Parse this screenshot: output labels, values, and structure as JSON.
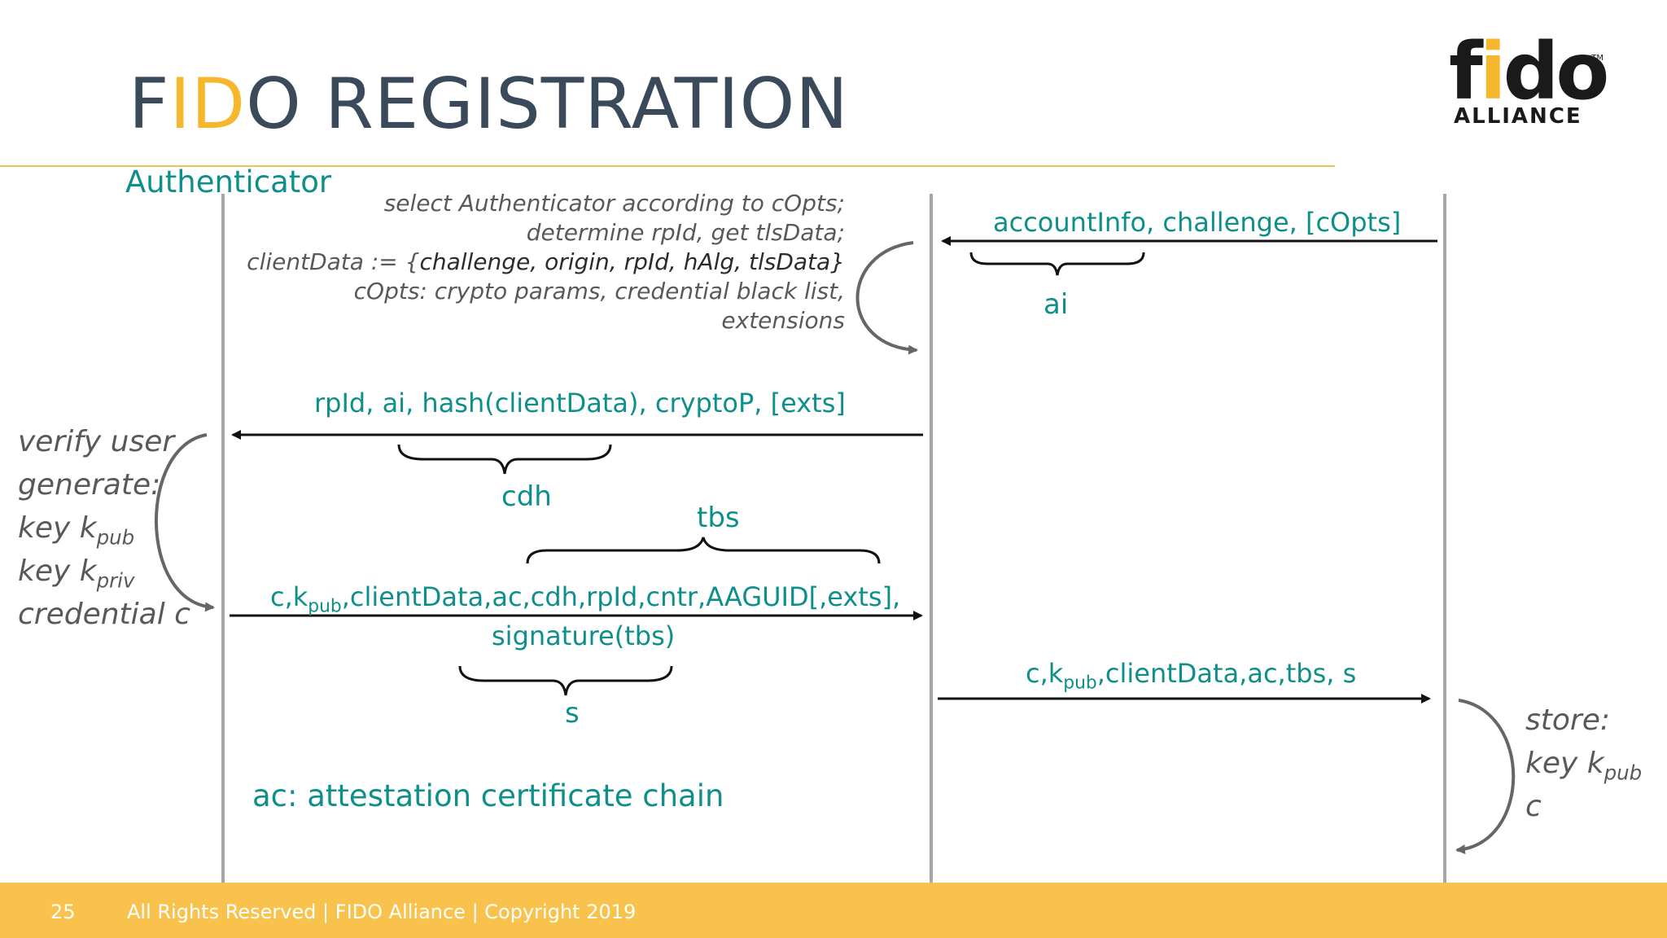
{
  "slide": {
    "title_prefix": "F",
    "title_highlight": "ID",
    "title_suffix": "O REGISTRATION",
    "lane_label": "Authenticator"
  },
  "logo": {
    "f": "f",
    "i": "i",
    "do": "do",
    "alliance": "ALLIANCE",
    "tm": "TM"
  },
  "note": {
    "l1": "select Authenticator according to cOpts;",
    "l2": "determine rpId, get tlsData;",
    "l3_a": "clientData := {",
    "l3_b": "challenge, origin, rpId, hAlg, tlsData}",
    "l4": "cOpts: crypto params, credential black list,",
    "l5": "extensions"
  },
  "messages": {
    "m1": "accountInfo, challenge, [cOpts]",
    "m1_brace": "ai",
    "m2": "rpId, ai, hash(clientData), cryptoP, [exts]",
    "m2_brace": "cdh",
    "m3_brace": "tbs",
    "m3_a": "c,k",
    "m3_sub": "pub",
    "m3_b": ",clientData,ac,cdh,rpId,cntr,AAGUID[,exts],",
    "m3_line2": "signature(tbs)",
    "m3_brace2": "s",
    "m4_a": "c,k",
    "m4_sub": "pub",
    "m4_b": ",clientData,ac,tbs, s",
    "legend": "ac: attestation certificate chain"
  },
  "left_side": {
    "l1": "verify user",
    "l2": "generate:",
    "l3": "key k",
    "l3_sub": "pub",
    "l4": "key k",
    "l4_sub": "priv",
    "l5": "credential c"
  },
  "right_side": {
    "l1": "store:",
    "l2": "key k",
    "l2_sub": "pub",
    "l3": "c"
  },
  "footer": {
    "page": "25",
    "text": "All Rights Reserved | FIDO Alliance | Copyright 2019"
  },
  "colors": {
    "teal": "#0f8f8a",
    "accent": "#f6b72c",
    "footer": "#f8c24c",
    "title": "#3b4a5a"
  }
}
